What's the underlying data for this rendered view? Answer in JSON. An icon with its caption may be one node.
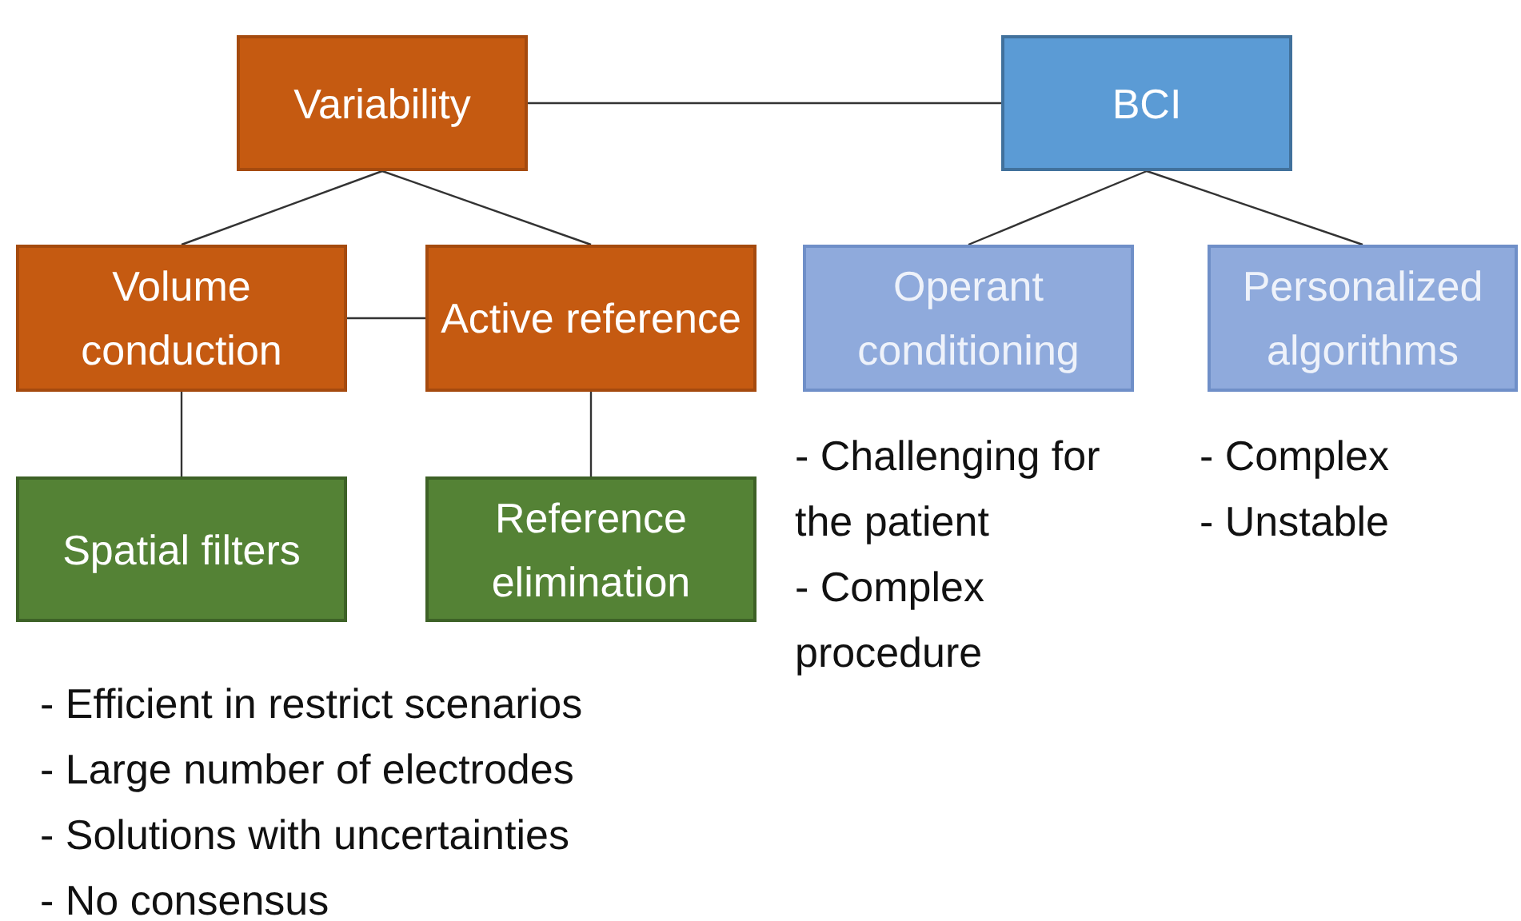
{
  "diagram": {
    "nodes": [
      {
        "text": [
          "Variability"
        ]
      },
      {
        "text": [
          "BCI"
        ]
      },
      {
        "text": [
          "Volume conduction"
        ]
      },
      {
        "text": [
          "Active reference"
        ]
      },
      {
        "text": [
          "Operant conditioning"
        ],
        "beside": [
          "- Challenging for the patient",
          "- Complex procedure"
        ]
      },
      {
        "text": [
          "Personalized algorithms"
        ],
        "beside": [
          "- Complex",
          "- Unstable"
        ]
      },
      {
        "text": [
          "Spatial filters"
        ]
      },
      {
        "text": [
          "Reference elimination"
        ]
      }
    ],
    "edges": [
      {
        "from": 0,
        "to": 1,
        "arrow": "none"
      },
      {
        "from": 0,
        "to": 2,
        "arrow": "none"
      },
      {
        "from": 0,
        "to": 3,
        "arrow": "none"
      },
      {
        "from": 1,
        "to": 4,
        "arrow": "none"
      },
      {
        "from": 1,
        "to": 5,
        "arrow": "none"
      },
      {
        "from": 2,
        "to": 3,
        "arrow": "none"
      },
      {
        "from": 2,
        "to": 6,
        "arrow": "none"
      },
      {
        "from": 3,
        "to": 7,
        "arrow": "none"
      }
    ],
    "labels": [
      "- Efficient in restrict scenarios",
      "- Large number of electrodes",
      "- Solutions with uncertainties",
      "- No consensus"
    ]
  }
}
